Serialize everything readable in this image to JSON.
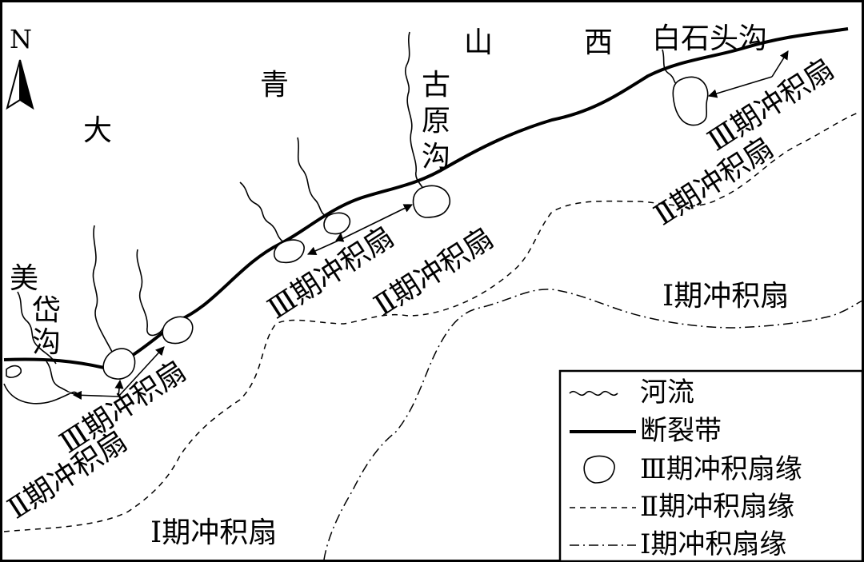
{
  "north": "N",
  "mountain_chars": [
    "大",
    "青",
    "山",
    "西"
  ],
  "gullies": {
    "baishitou": "白石头沟",
    "guyuan": [
      "古",
      "原",
      "沟"
    ],
    "meidai": [
      "美",
      "岱",
      "沟"
    ]
  },
  "fans": {
    "phase3": "Ⅲ期冲积扇",
    "phase2": "Ⅱ期冲积扇",
    "phase1": "Ⅰ期冲积扇"
  },
  "legend": {
    "river": "河流",
    "fault": "断裂带",
    "edge3": "Ⅲ期冲积扇缘",
    "edge2": "Ⅱ期冲积扇缘",
    "edge1": "Ⅰ期冲积扇缘"
  }
}
